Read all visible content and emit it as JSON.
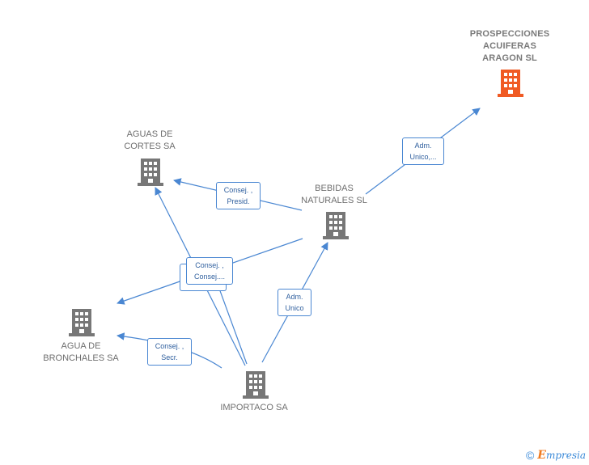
{
  "nodes": {
    "prospecciones": {
      "lines": [
        "PROSPECCIONES",
        "ACUIFERAS",
        "ARAGON  SL"
      ],
      "color": "#f05a23"
    },
    "aguas_cortes": {
      "lines": [
        "AGUAS DE",
        "CORTES SA"
      ],
      "color": "#777777"
    },
    "bebidas": {
      "lines": [
        "BEBIDAS",
        "NATURALES SL"
      ],
      "color": "#777777"
    },
    "bronchales": {
      "lines": [
        "AGUA DE",
        "BRONCHALES SA"
      ],
      "color": "#777777"
    },
    "importaco": {
      "lines": [
        "IMPORTACO SA"
      ],
      "color": "#777777"
    }
  },
  "edges": {
    "bebidas_prospecciones": {
      "lines": [
        "Adm.",
        "Unico,..."
      ]
    },
    "bebidas_cortes": {
      "lines": [
        "Consej. ,",
        "Presid."
      ]
    },
    "importaco_multi": {
      "lines": [
        "Consej. ,",
        "Consej...."
      ]
    },
    "importaco_bebidas": {
      "lines": [
        "Adm.",
        "Unico"
      ]
    },
    "importaco_bronchales": {
      "lines": [
        "Consej. ,",
        "Secr."
      ]
    }
  },
  "colors": {
    "edge": "#4a87d2",
    "building_gray": "#777777",
    "building_orange": "#f05a23"
  },
  "footer": {
    "copyright": "©",
    "brand_initial": "E",
    "brand_rest": "mpresia"
  }
}
